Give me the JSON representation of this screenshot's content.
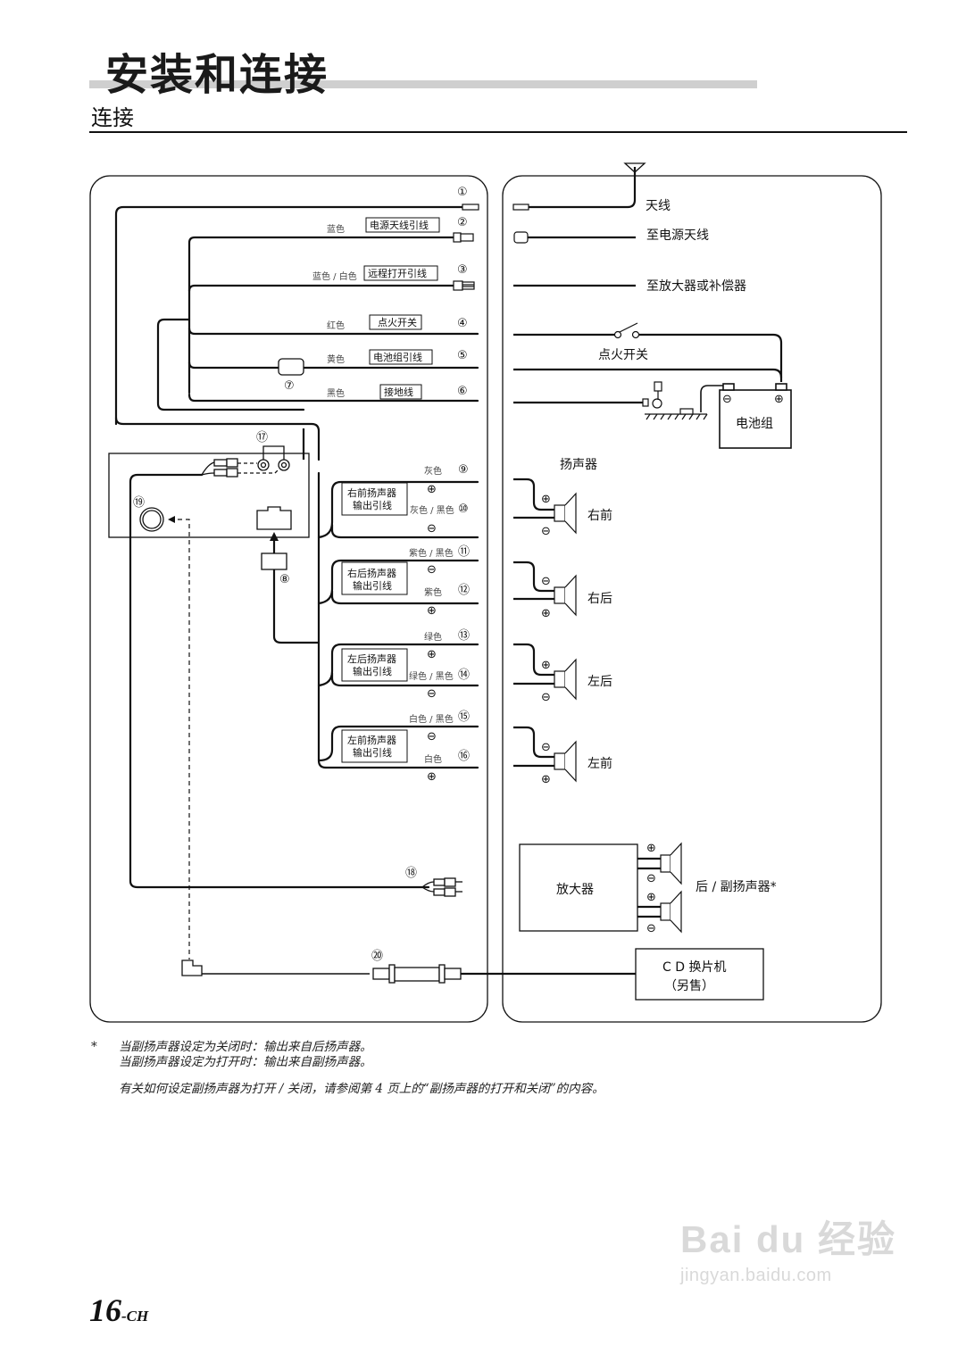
{
  "header": {
    "title": "安装和连接",
    "subtitle": "连接"
  },
  "left_panel": {
    "leads": [
      {
        "number": "①",
        "color": "",
        "label": ""
      },
      {
        "number": "②",
        "color": "蓝色",
        "label": "电源天线引线"
      },
      {
        "number": "③",
        "color": "蓝色 / 白色",
        "label": "远程打开引线"
      },
      {
        "number": "④",
        "color": "红色",
        "label": "点火开关"
      },
      {
        "number": "⑤",
        "color": "黄色",
        "label": "电池组引线"
      },
      {
        "number": "⑥",
        "color": "黑色",
        "label": "接地线"
      }
    ],
    "fuse_number": "⑦",
    "connector_number": "⑧",
    "rca_input_number": "⑰",
    "rca_output_number": "⑱",
    "port_number": "⑲",
    "cd_cable_number": "⑳",
    "speaker_groups": [
      {
        "label": "右前扬声器输出引线",
        "line1": "右前扬声器",
        "line2": "输出引线",
        "wires": [
          {
            "number": "⑨",
            "color": "灰色",
            "polarity": "⊕"
          },
          {
            "number": "⑩",
            "color": "灰色 / 黑色",
            "polarity": "⊖"
          }
        ]
      },
      {
        "label": "右后扬声器输出引线",
        "line1": "右后扬声器",
        "line2": "输出引线",
        "wires": [
          {
            "number": "⑪",
            "color": "紫色 / 黑色",
            "polarity": "⊖"
          },
          {
            "number": "⑫",
            "color": "紫色",
            "polarity": "⊕"
          }
        ]
      },
      {
        "label": "左后扬声器输出引线",
        "line1": "左后扬声器",
        "line2": "输出引线",
        "wires": [
          {
            "number": "⑬",
            "color": "绿色",
            "polarity": "⊕"
          },
          {
            "number": "⑭",
            "color": "绿色 / 黑色",
            "polarity": "⊖"
          }
        ]
      },
      {
        "label": "左前扬声器输出引线",
        "line1": "左前扬声器",
        "line2": "输出引线",
        "wires": [
          {
            "number": "⑮",
            "color": "白色 / 黑色",
            "polarity": "⊖"
          },
          {
            "number": "⑯",
            "color": "白色",
            "polarity": "⊕"
          }
        ]
      }
    ]
  },
  "right_panel": {
    "antenna": "天线",
    "power_antenna": "至电源天线",
    "amplifier_or_eq": "至放大器或补偿器",
    "ignition_switch": "点火开关",
    "battery": "电池组",
    "battery_minus": "⊖",
    "battery_plus": "⊕",
    "speakers_title": "扬声器",
    "speakers": [
      {
        "name": "右前",
        "top": "⊕",
        "bottom": "⊖"
      },
      {
        "name": "右后",
        "top": "⊖",
        "bottom": "⊕"
      },
      {
        "name": "左后",
        "top": "⊕",
        "bottom": "⊖"
      },
      {
        "name": "左前",
        "top": "⊖",
        "bottom": "⊕"
      }
    ],
    "amplifier": "放大器",
    "sub_speakers": "后 / 副扬声器*",
    "sub_polarities": [
      "⊕",
      "⊖",
      "⊕",
      "⊖"
    ],
    "cd_changer_line1": "C D 换片机",
    "cd_changer_line2": "（另售）"
  },
  "notes": {
    "asterisk": "*",
    "line1": "当副扬声器设定为关闭时：输出来自后扬声器。",
    "line2": "当副扬声器设定为打开时：输出来自副扬声器。",
    "line3": "有关如何设定副扬声器为打开 / 关闭，请参阅第 4 页上的“副扬声器的打开和关闭”的内容。"
  },
  "footer": {
    "page_number": "16",
    "page_suffix": "-CH"
  },
  "watermark": {
    "brand": "Bai du 经验",
    "url": "jingyan.baidu.com"
  }
}
